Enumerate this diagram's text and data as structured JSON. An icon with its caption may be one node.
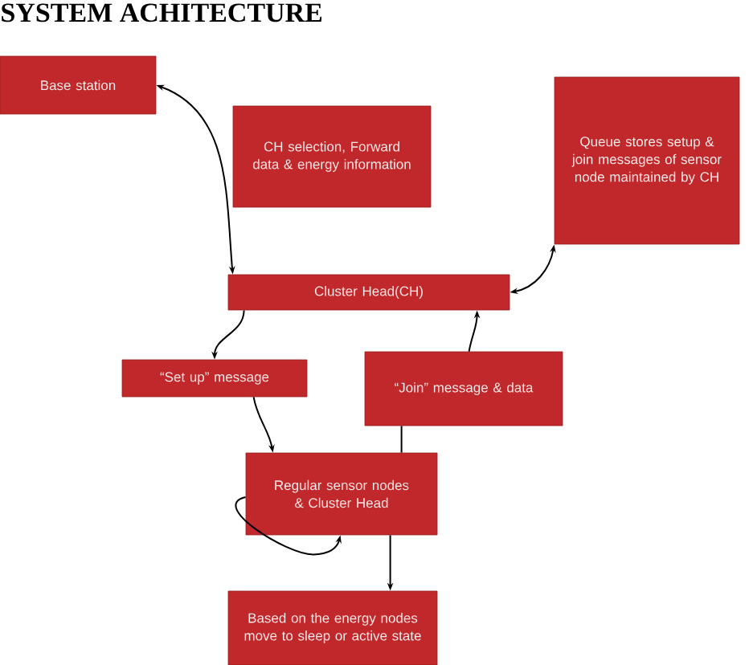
{
  "diagram": {
    "title": "SYSTEM ACHITECTURE",
    "nodes": [
      {
        "text": [
          "Base station"
        ]
      },
      {
        "text": [
          "CH selection, Forward data & energy information"
        ]
      },
      {
        "text": [
          "Queue stores setup & join messages of sensor node maintained by CH"
        ]
      },
      {
        "text": [
          "Cluster Head(CH)"
        ]
      },
      {
        "text": [
          "“Set up” message"
        ]
      },
      {
        "text": [
          "“Join” message & data"
        ]
      },
      {
        "text": [
          "Regular sensor nodes & Cluster Head"
        ]
      },
      {
        "text": [
          "Based on the energy nodes move to sleep or active state"
        ]
      }
    ],
    "edges": [
      {
        "from": 0,
        "to": 3,
        "arrow": "both"
      },
      {
        "from": 3,
        "to": 2,
        "arrow": "both"
      },
      {
        "from": 3,
        "to": 4,
        "arrow": "to"
      },
      {
        "from": 4,
        "to": 6,
        "arrow": "to"
      },
      {
        "from": 6,
        "to": 5,
        "arrow": "none"
      },
      {
        "from": 5,
        "to": 3,
        "arrow": "to"
      },
      {
        "from": 6,
        "to": 6,
        "arrow": "to"
      },
      {
        "from": 6,
        "to": 7,
        "arrow": "to"
      }
    ]
  }
}
